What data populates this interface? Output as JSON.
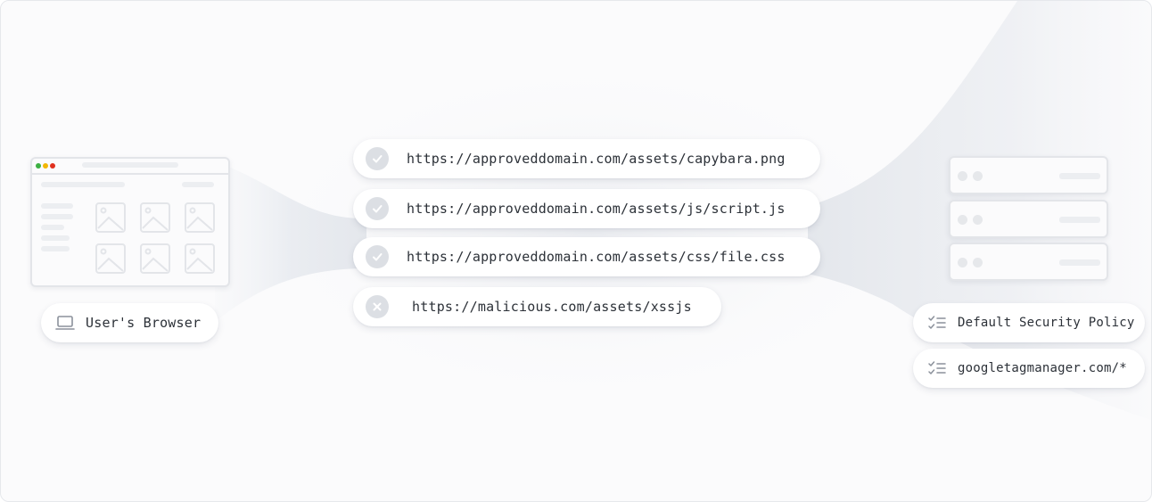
{
  "browser": {
    "label": "User's Browser",
    "icon": "laptop-icon",
    "window_dots": [
      "#3cb043",
      "#f2b705",
      "#e0301e"
    ]
  },
  "requests": [
    {
      "url": "https://approveddomain.com/assets/capybara.png",
      "status": "allowed",
      "icon": "check-icon"
    },
    {
      "url": "https://approveddomain.com/assets/js/script.js",
      "status": "allowed",
      "icon": "check-icon"
    },
    {
      "url": "https://approveddomain.com/assets/css/file.css",
      "status": "allowed",
      "icon": "check-icon"
    },
    {
      "url": "https://malicious.com/assets/xssjs",
      "status": "blocked",
      "icon": "x-icon"
    }
  ],
  "policies": [
    {
      "label": "Default Security Policy",
      "icon": "checklist-icon"
    },
    {
      "label": "googletagmanager.com/*",
      "icon": "checklist-icon"
    }
  ],
  "colors": {
    "pill_bg": "#ffffff",
    "icon_bg": "#dcdfe4",
    "text": "#2c3138",
    "flow": "#e9ecf1"
  }
}
